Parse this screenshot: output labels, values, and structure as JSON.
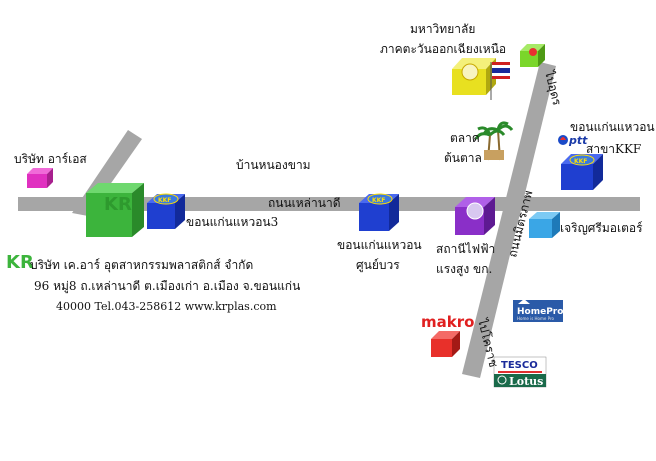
{
  "places": {
    "university_line1": "มหาวิทยาลัย",
    "university_line2": "ภาคตะวันออกเฉียงเหนือ",
    "to_udon": "ไปอุดร",
    "market_line1": "ตลาด",
    "market_line2": "ต้นตาล",
    "kkf_branch_line1": "ขอนแก่นแหวอน",
    "kkf_branch_line2": "สาขาKKF",
    "ptt_logo": "ptt",
    "rs_company": "บริษัท อาร์เอส",
    "village": "บ้านหนองขาม",
    "road_main": "ถนนเหล่านาดี",
    "khonkaen_3": "ขอนแก่นแหวอน3",
    "khonkaen_center_line1": "ขอนแก่นแหวอน",
    "khonkaen_center_line2": "ศูนย์บวร",
    "substation_line1": "สถานีไฟฟ้า",
    "substation_line2": "แรงสูง ขก.",
    "road_mittraphap": "ถนนมิตรภาพ",
    "charoen_motor": "เจริญศรีมอเตอร์",
    "to_korat": "ไปโคราช",
    "makro": "makro",
    "homepro_line1": "HomePro",
    "homepro_line2": "Home is Home Pro",
    "tesco_line1": "TESCO",
    "tesco_line2": "Lotus",
    "kkf_sign": "KKF"
  },
  "company": {
    "logo": "KR",
    "line1": "บริษัท เค.อาร์ อุตสาหกรรมพลาสติกส์ จำกัด",
    "line2": "96 หมู่8 ถ.เหล่านาดี ต.เมืองเก่า อ.เมือง จ.ขอนแก่น",
    "line3": "40000 Tel.043-258612  www.krplas.com"
  },
  "colors": {
    "road": "#a6a6a6",
    "kr_green": "#3cb43c",
    "kkf_blue": "#1f3fd0",
    "rs_magenta": "#e030c0",
    "substation_purple": "#8a2fc8",
    "charoen_cyan": "#3aa6e6",
    "makro_red": "#e8302a",
    "university_yellow": "#e8e020",
    "lime": "#7ad62a"
  }
}
